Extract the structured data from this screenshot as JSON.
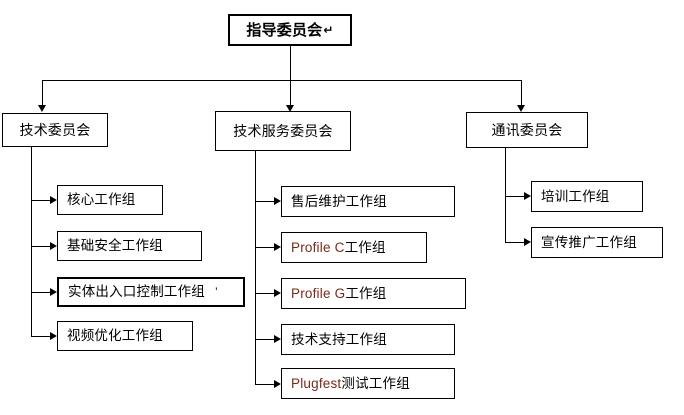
{
  "diagram": {
    "type": "organization-chart",
    "root": {
      "label": "指导委员会",
      "mark": "↵"
    },
    "branches": [
      {
        "id": "technical",
        "label": "技术委员会",
        "children": [
          {
            "label": "核心工作组"
          },
          {
            "label": "基础安全工作组"
          },
          {
            "label": "实体出入口控制工作组",
            "trail": "’"
          },
          {
            "label": "视频优化工作组"
          }
        ]
      },
      {
        "id": "technical-service",
        "label": "技术服务委员会",
        "children": [
          {
            "label": "售后维护工作组"
          },
          {
            "latin": "Profile C",
            "label": " 工作组"
          },
          {
            "latin": "Profile G",
            "label": " 工作组"
          },
          {
            "label": "技术支持工作组"
          },
          {
            "latin": "Plugfest",
            "label": "测试工作组"
          }
        ]
      },
      {
        "id": "communication",
        "label": "通讯委员会",
        "children": [
          {
            "label": "培训工作组"
          },
          {
            "label": "宣传推广工作组"
          }
        ]
      }
    ]
  },
  "style": {
    "line_color": "#000000",
    "box_fill": "#ffffff",
    "text_color": "#000000",
    "latin_text_color": "#7a2a1a"
  }
}
